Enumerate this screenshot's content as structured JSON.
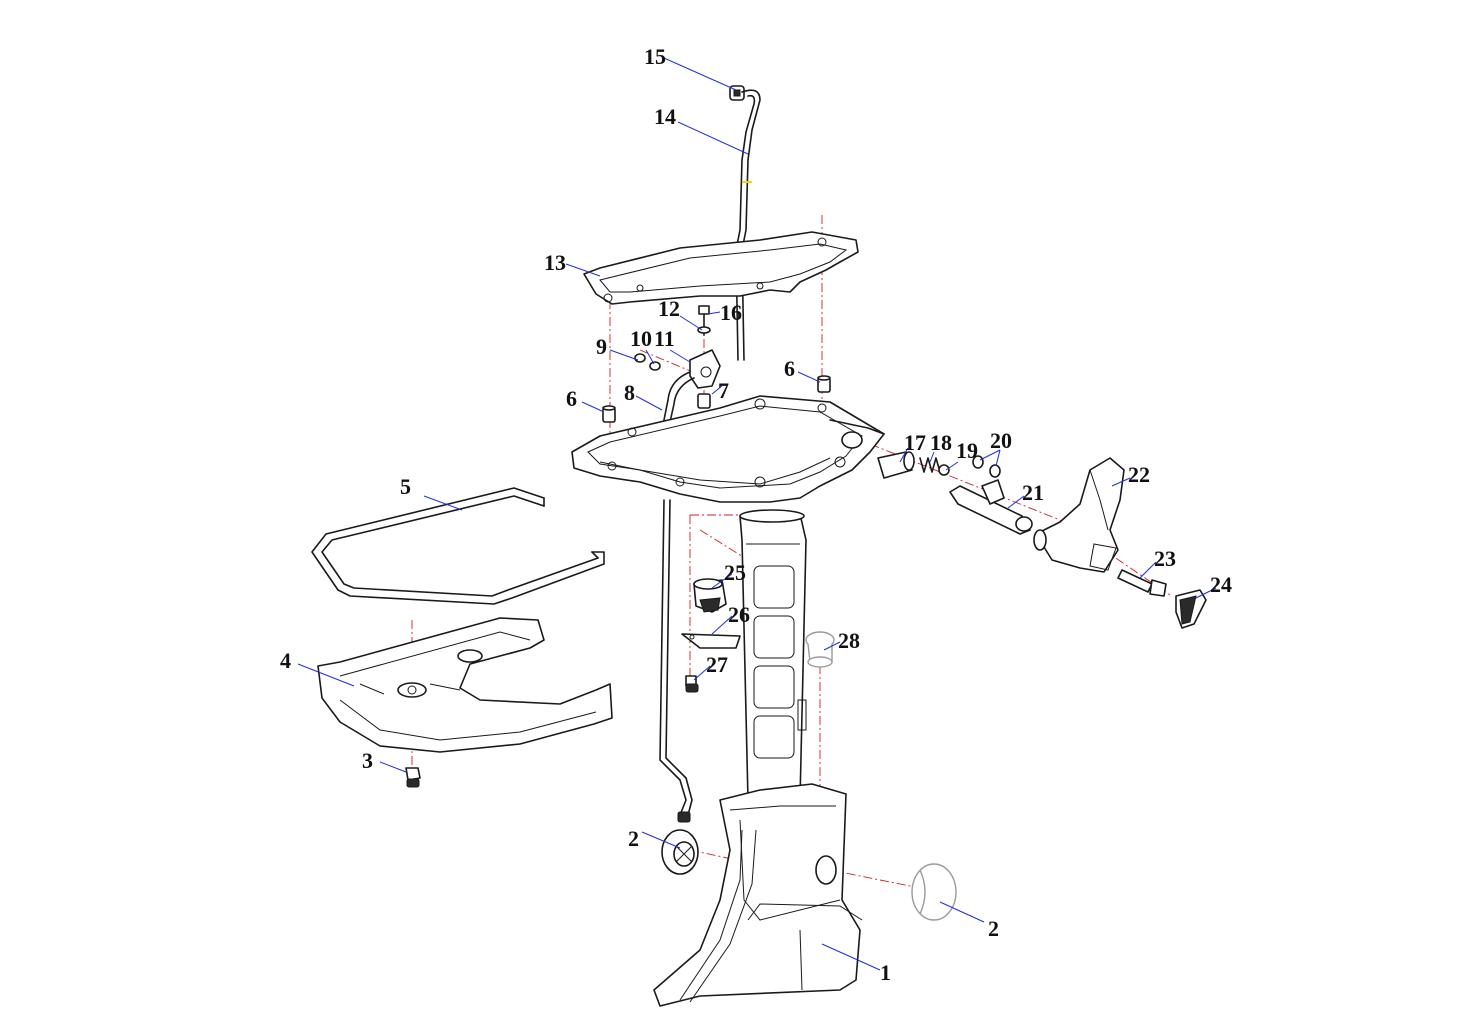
{
  "callouts": [
    {
      "id": "c1",
      "label": "1"
    },
    {
      "id": "c2a",
      "label": "2"
    },
    {
      "id": "c2b",
      "label": "2"
    },
    {
      "id": "c3",
      "label": "3"
    },
    {
      "id": "c4",
      "label": "4"
    },
    {
      "id": "c5",
      "label": "5"
    },
    {
      "id": "c6a",
      "label": "6"
    },
    {
      "id": "c6b",
      "label": "6"
    },
    {
      "id": "c7",
      "label": "7"
    },
    {
      "id": "c8",
      "label": "8"
    },
    {
      "id": "c9",
      "label": "9"
    },
    {
      "id": "c10",
      "label": "10"
    },
    {
      "id": "c11",
      "label": "11"
    },
    {
      "id": "c12",
      "label": "12"
    },
    {
      "id": "c13",
      "label": "13"
    },
    {
      "id": "c14",
      "label": "14"
    },
    {
      "id": "c15",
      "label": "15"
    },
    {
      "id": "c16",
      "label": "16"
    },
    {
      "id": "c17",
      "label": "17"
    },
    {
      "id": "c18",
      "label": "18"
    },
    {
      "id": "c19",
      "label": "19"
    },
    {
      "id": "c20",
      "label": "20"
    },
    {
      "id": "c21",
      "label": "21"
    },
    {
      "id": "c22",
      "label": "22"
    },
    {
      "id": "c23",
      "label": "23"
    },
    {
      "id": "c24",
      "label": "24"
    },
    {
      "id": "c25",
      "label": "25"
    },
    {
      "id": "c26",
      "label": "26"
    },
    {
      "id": "c27",
      "label": "27"
    },
    {
      "id": "c28",
      "label": "28"
    }
  ],
  "colors": {
    "line": "#1a1a1a",
    "leader": "#1f2fd6",
    "centerline": "#d0211b",
    "background": "#ffffff"
  }
}
